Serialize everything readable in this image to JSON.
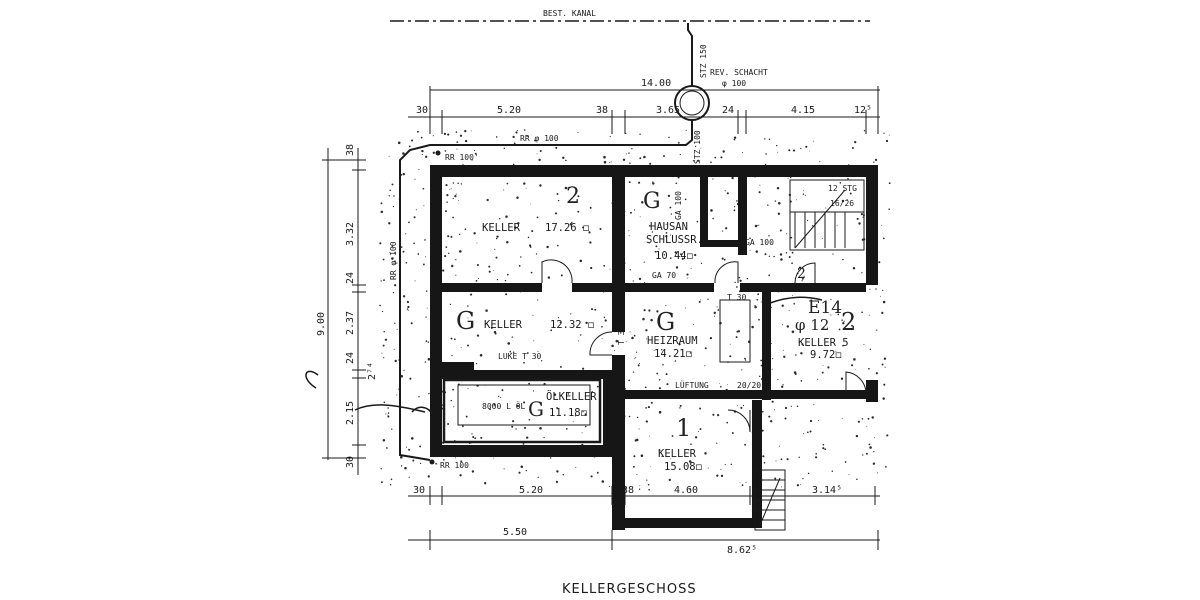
{
  "labels": {
    "kanal": "BEST. KANAL",
    "rev_schacht": "REV. SCHACHT",
    "schacht_dia": "φ 100",
    "stz150": "STZ 150",
    "stz100": "STZ 100",
    "rr100_a": "RR φ 100",
    "rr100_b": "RR 100'",
    "rr100_c": "RR φ 100",
    "rr100_d": "RR 100",
    "ga100_a": "GA 100",
    "ga100_b": "GA 100",
    "ga70": "GA 70",
    "stg": "12 STG",
    "stg_dim": "16/26",
    "luke": "LUKE T 30",
    "t30_a": "T 30",
    "t30_b": "T 30",
    "lueftung": "LÜFTUNG",
    "lueftung_dim": "20/20",
    "oel": "8000 L ÖL",
    "title": "KELLERGESCHOSS"
  },
  "rooms": {
    "keller_a": {
      "name": "KELLER",
      "area": "17.26 ◻"
    },
    "hausan": {
      "name": "HAUSAN",
      "name2": "SCHLUSSR.",
      "area": "10.44◻"
    },
    "keller_b": {
      "name": "KELLER",
      "area": "12.32 ◻"
    },
    "heiz": {
      "name": "HEIZRAUM",
      "area": "14.21◻"
    },
    "keller_c": {
      "name": "KELLER 5",
      "area": "9.72◻"
    },
    "oelkeller": {
      "name": "ÖLKELLER",
      "area": "11.18◻"
    },
    "keller_d": {
      "name": "KELLER",
      "area": "15.08◻"
    }
  },
  "dims_top": {
    "total": "14.00",
    "d1": "30",
    "d2": "5.20",
    "d3": "38",
    "d4": "3.65",
    "d5": "24",
    "d6": "4.15",
    "d7": "12⁵"
  },
  "dims_left": {
    "total": "9.00",
    "v1": "38",
    "v2": "3.32",
    "v3": "24",
    "v4": "2.37",
    "v5": "24",
    "v6": "2⁷⁴",
    "v7": "2.15",
    "v8": "30"
  },
  "dims_bottom": {
    "b1": "30",
    "b2": "5.20",
    "b3": "38",
    "b4": "4.60",
    "b5": "3.14⁵",
    "b6": "5.50",
    "b7": "8.62⁵"
  },
  "hand": {
    "n2a": "2",
    "ga": "G",
    "gb": "G",
    "gc": "G",
    "gd": "G",
    "n1": "1",
    "n2b": "2",
    "h_a": "E14",
    "h_b": "φ 12",
    "h_c": "2"
  }
}
